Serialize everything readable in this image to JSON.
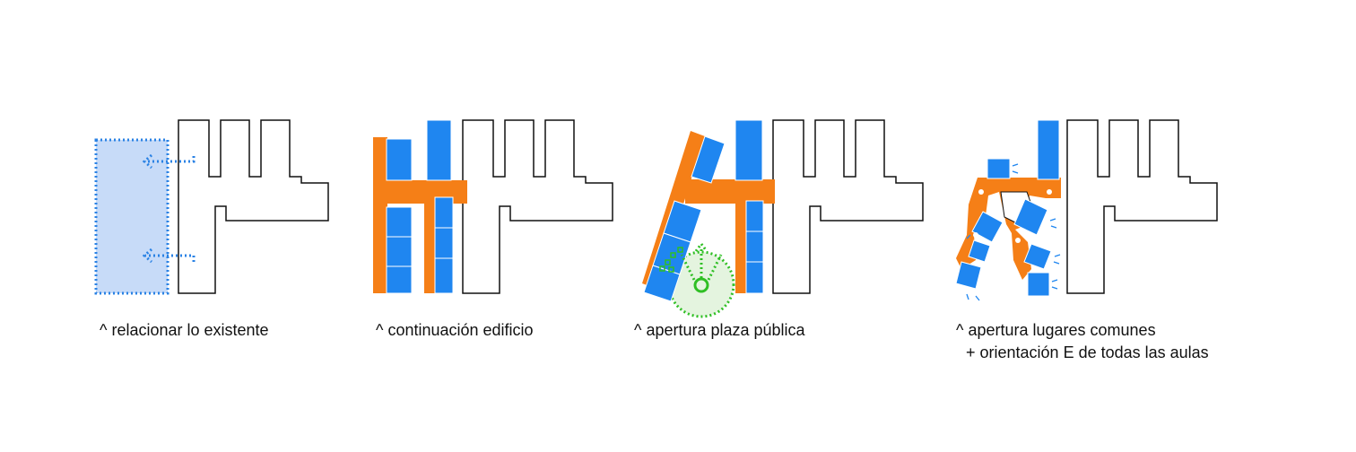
{
  "captions": [
    {
      "id": "relacionar",
      "text": "^ relacionar lo existente"
    },
    {
      "id": "continuacion",
      "text": "^ continuación edificio"
    },
    {
      "id": "plaza",
      "text": "^ apertura plaza pública"
    },
    {
      "id": "lugares",
      "text": "^ apertura lugares comunes"
    },
    {
      "id": "orientacion",
      "text": "+ orientación E de todas las aulas"
    }
  ],
  "colors": {
    "existing_outline": "#111111",
    "classroom_blue": "#1f86f0",
    "circulation_orange": "#f57f17",
    "zone_fill": "#c7dbf8",
    "zone_dotted": "#2a82e4",
    "plaza_green": "#2fbf24",
    "plaza_fill": "#e4f4df"
  },
  "icons": [
    "arrow-left-dotted-icon",
    "green-circle-icon",
    "tree-icon"
  ]
}
